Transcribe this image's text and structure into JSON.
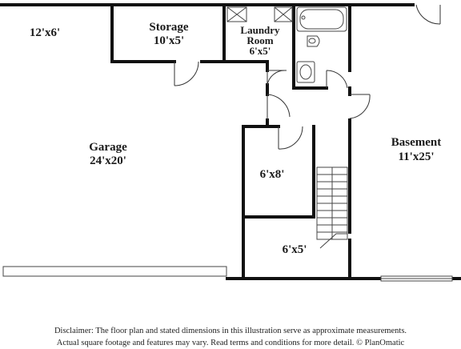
{
  "rooms": {
    "room_12x6": {
      "dims": "12'x6'"
    },
    "storage": {
      "name": "Storage",
      "dims": "10'x5'"
    },
    "laundry": {
      "name_line1": "Laundry",
      "name_line2": "Room",
      "dims": "6'x5'"
    },
    "garage": {
      "name": "Garage",
      "dims": "24'x20'"
    },
    "closet_6x8": {
      "dims": "6'x8'"
    },
    "closet_6x5": {
      "dims": "6'x5'"
    },
    "basement": {
      "name": "Basement",
      "dims": "11'x25'"
    }
  },
  "disclaimer": {
    "line1": "Disclaimer: The floor plan and stated dimensions in this illustration serve as approximate measurements.",
    "line2": "Actual square footage and features may vary. Read terms and conditions for more detail. © PlanOmatic"
  }
}
